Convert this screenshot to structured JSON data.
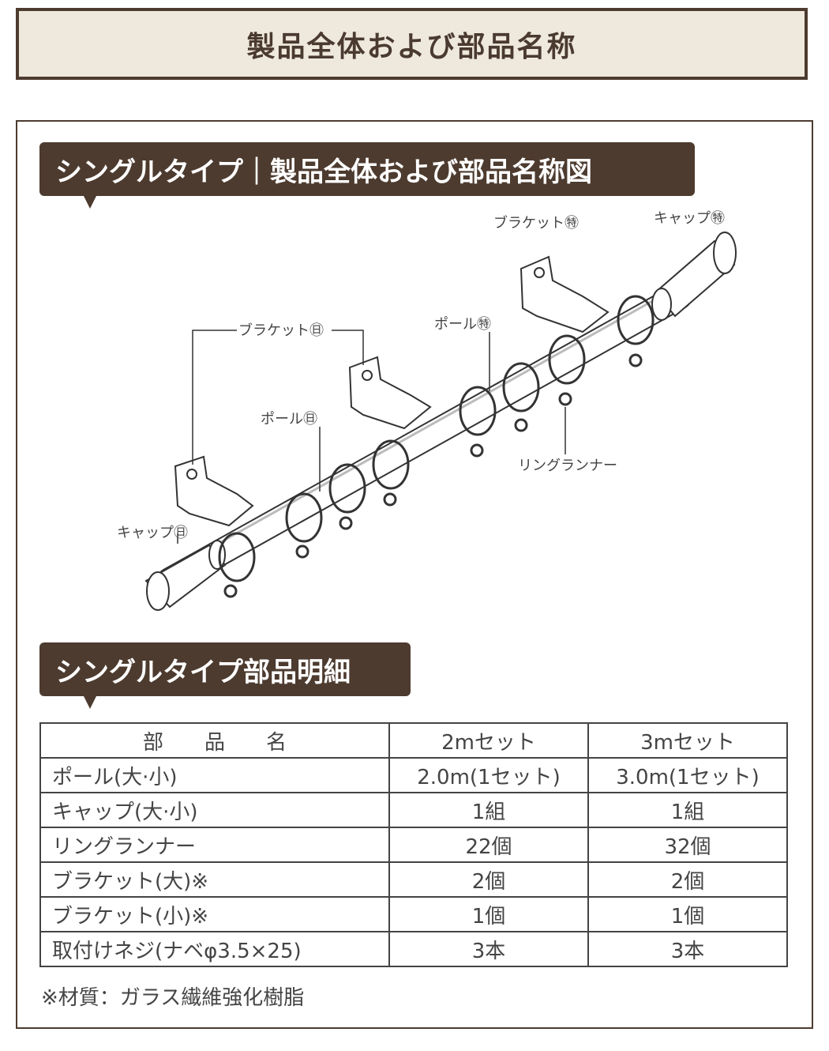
{
  "header": {
    "title": "製品全体および部品名称"
  },
  "diagram_section": {
    "label": "シングルタイプ｜製品全体および部品名称図"
  },
  "diagram_labels": {
    "bracket_small": "ブラケット㊕",
    "cap_small": "キャップ㊕",
    "pole_small": "ポール㊕",
    "bracket_large": "ブラケット㊐",
    "pole_large": "ポール㊐",
    "ring_runner": "リングランナー",
    "cap_large": "キャップ㊐"
  },
  "parts_section": {
    "label": "シングルタイプ部品明細"
  },
  "table": {
    "headers": [
      "部　　品　　名",
      "2mセット",
      "3mセット"
    ],
    "rows": [
      [
        "ポール(大·小)",
        "2.0m(1セット)",
        "3.0m(1セット)"
      ],
      [
        "キャップ(大·小)",
        "1組",
        "1組"
      ],
      [
        "リングランナー",
        "22個",
        "32個"
      ],
      [
        "ブラケット(大)※",
        "2個",
        "2個"
      ],
      [
        "ブラケット(小)※",
        "1個",
        "1個"
      ],
      [
        "取付けネジ(ナベφ3.5×25)",
        "3本",
        "3本"
      ]
    ]
  },
  "note": "※材質：ガラス繊維強化樹脂",
  "colors": {
    "brown": "#4d3b2f",
    "beige": "#efe9dd"
  }
}
